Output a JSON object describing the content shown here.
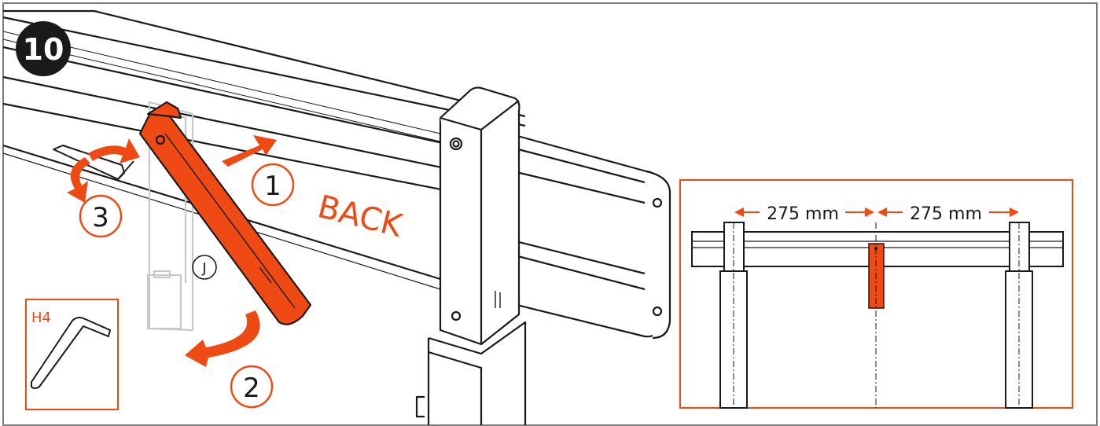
{
  "step": {
    "number": "10"
  },
  "labels": {
    "back": "BACK",
    "part_j": "J",
    "tool_h4": "H4"
  },
  "callouts": {
    "one": "1",
    "two": "2",
    "three": "3"
  },
  "inset": {
    "dim_left": "275 mm",
    "dim_right": "275 mm"
  },
  "colors": {
    "accent": "#ef4a14",
    "line": "#1a1a1a",
    "frame": "#7a7a7a",
    "ghost": "#c8c8c8"
  }
}
